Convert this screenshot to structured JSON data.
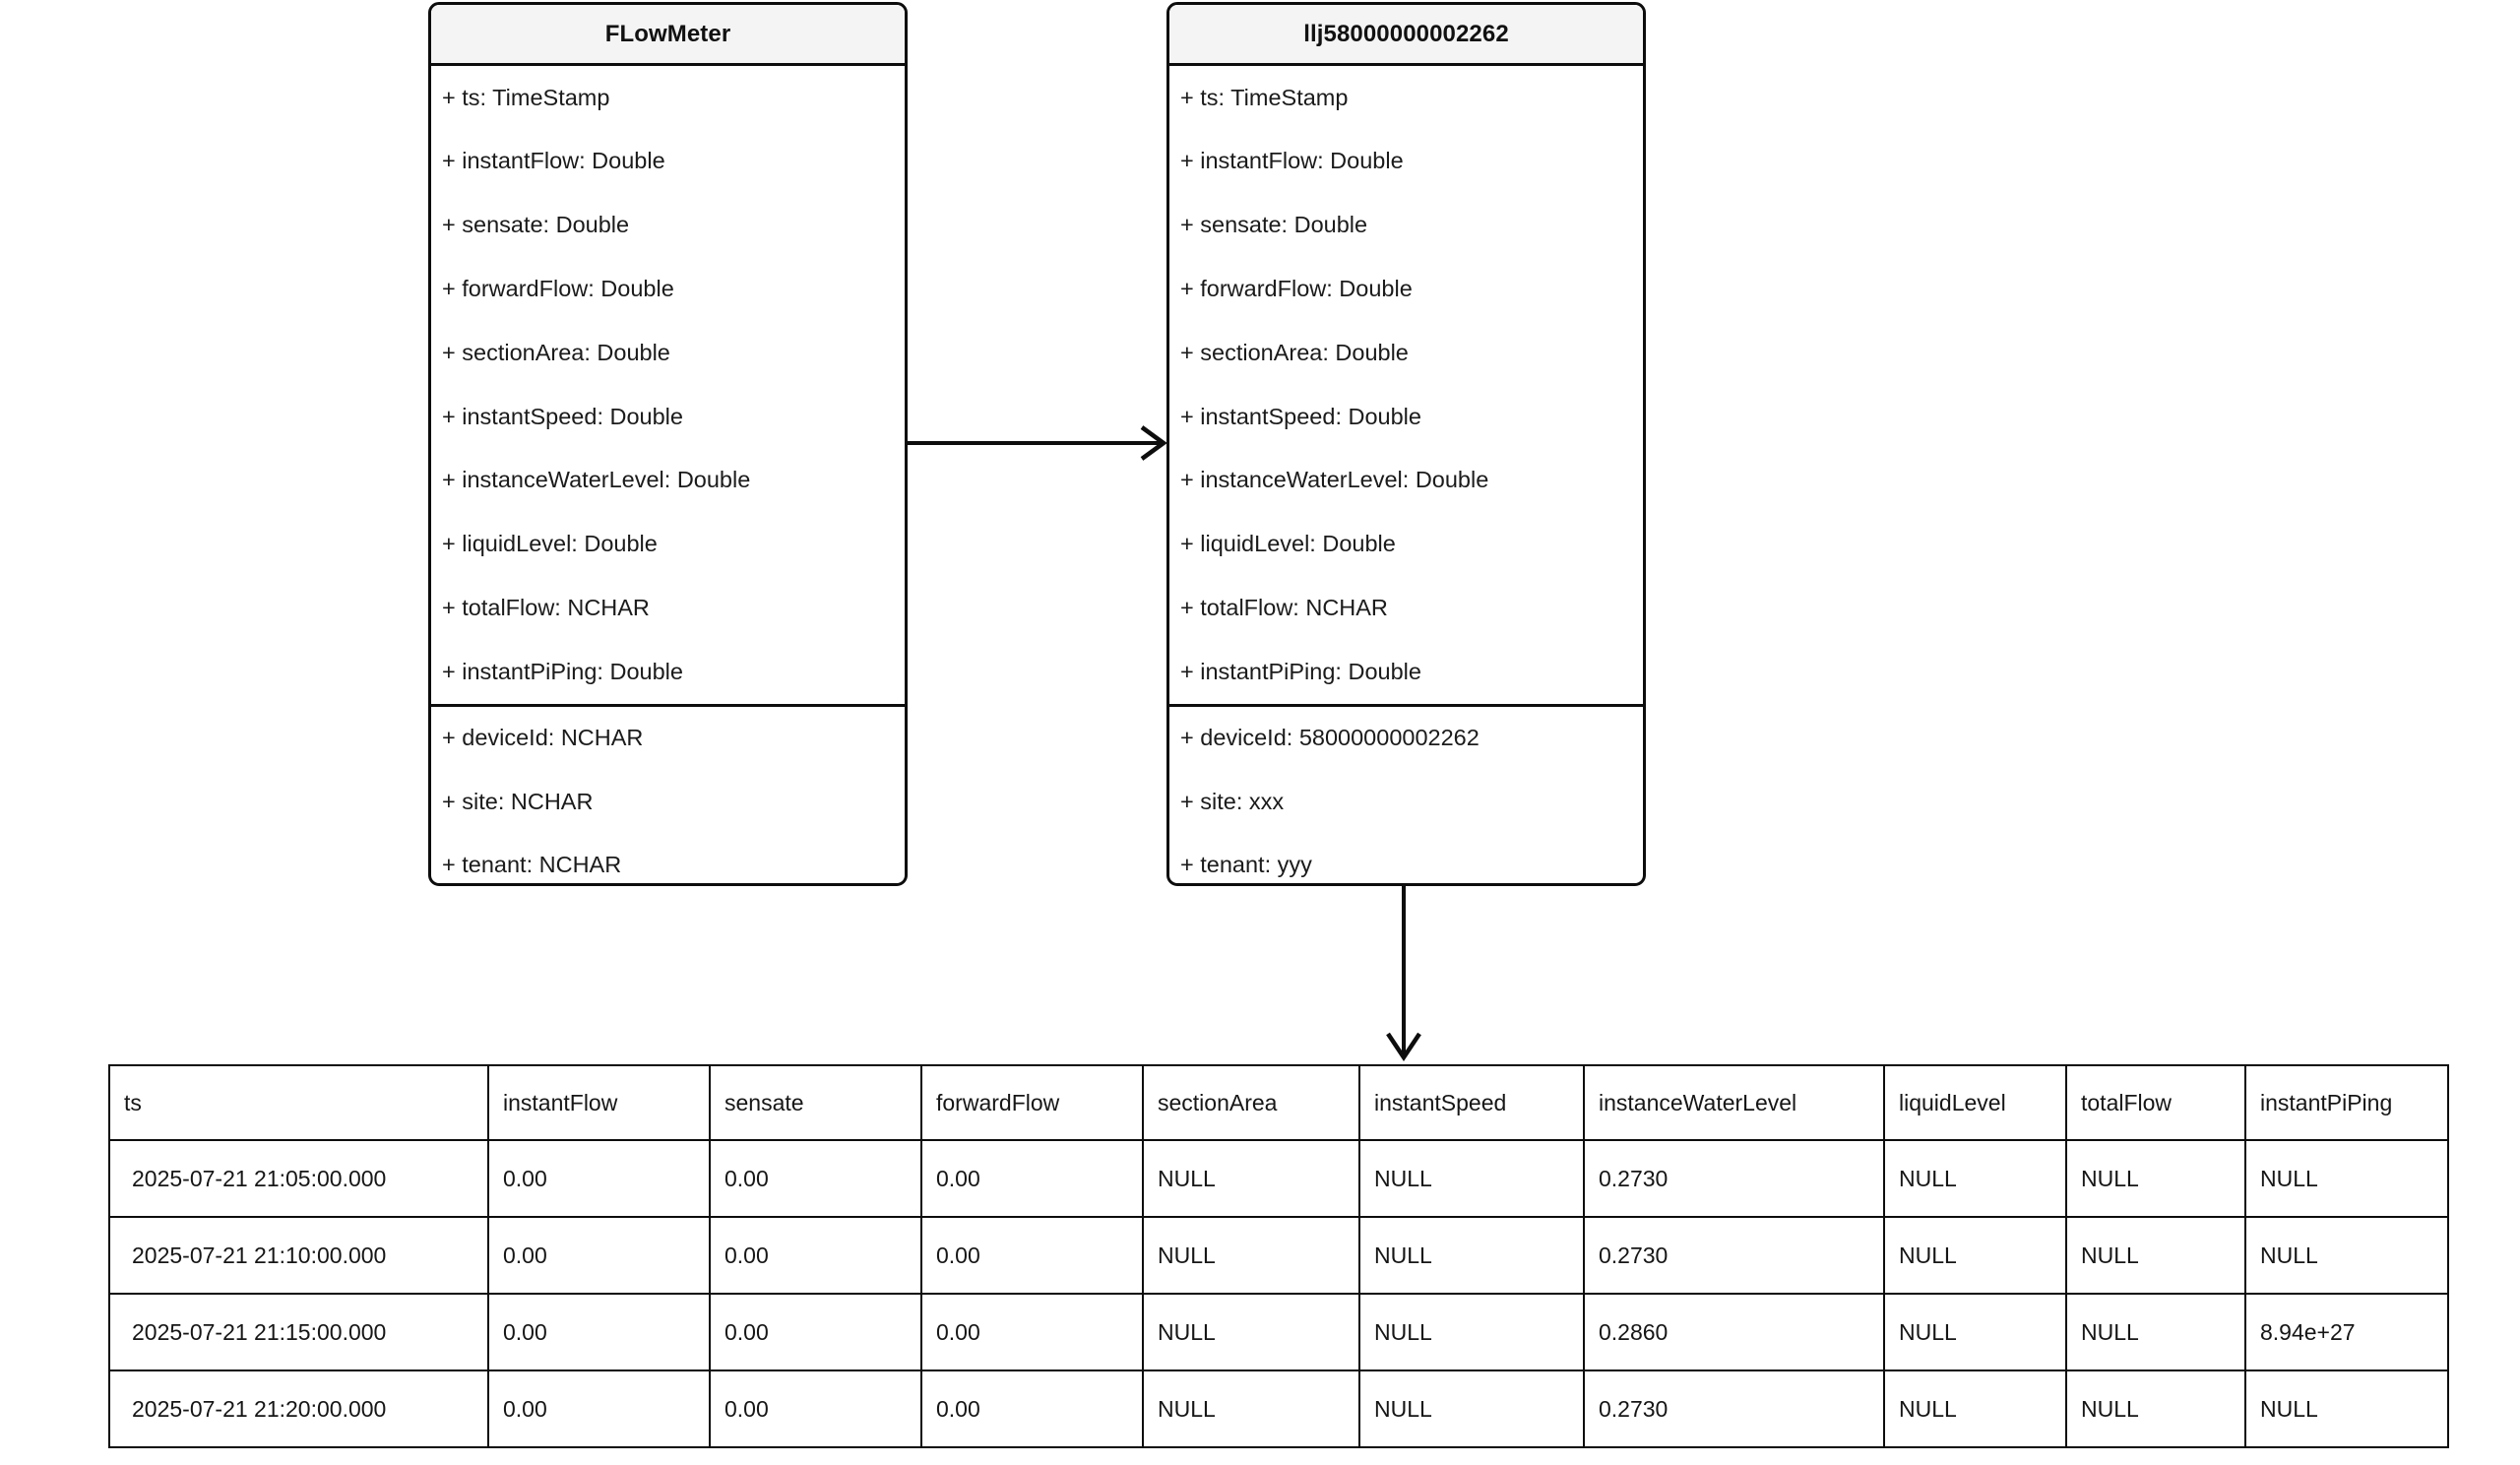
{
  "diagram": {
    "classes": [
      {
        "name": "FLowMeter",
        "columns": [
          "+ ts: TimeStamp",
          "+ instantFlow: Double",
          "+ sensate: Double",
          "+ forwardFlow: Double",
          "+ sectionArea: Double",
          "+ instantSpeed: Double",
          "+ instanceWaterLevel: Double",
          "+ liquidLevel: Double",
          "+ totalFlow: NCHAR",
          "+ instantPiPing: Double"
        ],
        "tags": [
          "+ deviceId: NCHAR",
          "+ site: NCHAR",
          "+ tenant: NCHAR"
        ]
      },
      {
        "name": "llj58000000002262",
        "columns": [
          "+ ts: TimeStamp",
          "+ instantFlow: Double",
          "+ sensate: Double",
          "+ forwardFlow: Double",
          "+ sectionArea: Double",
          "+ instantSpeed: Double",
          "+ instanceWaterLevel: Double",
          "+ liquidLevel: Double",
          "+ totalFlow: NCHAR",
          "+ instantPiPing: Double"
        ],
        "tags": [
          "+ deviceId: 58000000002262",
          "+ site: xxx",
          "+ tenant: yyy"
        ]
      }
    ],
    "connectors": [
      {
        "name": "supertable-to-subtable",
        "direction": "right"
      },
      {
        "name": "subtable-to-rows",
        "direction": "down"
      }
    ],
    "stroke_color": "#0d0d0d",
    "header_fill": "#f4f4f4"
  },
  "table": {
    "headers": [
      "ts",
      "instantFlow",
      "sensate",
      "forwardFlow",
      "sectionArea",
      "instantSpeed",
      "instanceWaterLevel",
      "liquidLevel",
      "totalFlow",
      "instantPiPing"
    ],
    "rows": [
      [
        "2025-07-21 21:05:00.000",
        "0.00",
        "0.00",
        "0.00",
        "NULL",
        "NULL",
        "0.2730",
        "NULL",
        "NULL",
        "NULL"
      ],
      [
        "2025-07-21 21:10:00.000",
        "0.00",
        "0.00",
        "0.00",
        "NULL",
        "NULL",
        "0.2730",
        "NULL",
        "NULL",
        "NULL"
      ],
      [
        "2025-07-21 21:15:00.000",
        "0.00",
        "0.00",
        "0.00",
        "NULL",
        "NULL",
        "0.2860",
        "NULL",
        "NULL",
        "8.94e+27"
      ],
      [
        "2025-07-21 21:20:00.000",
        "0.00",
        "0.00",
        "0.00",
        "NULL",
        "NULL",
        "0.2730",
        "NULL",
        "NULL",
        "NULL"
      ]
    ]
  }
}
